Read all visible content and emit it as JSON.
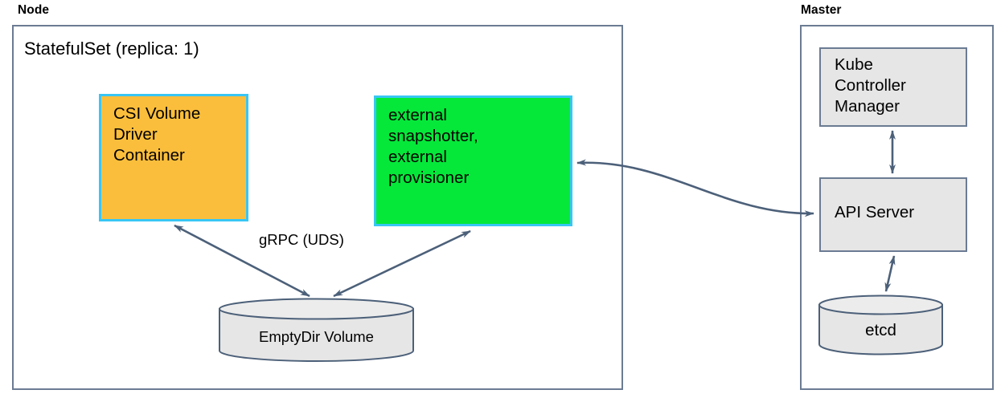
{
  "diagram": {
    "title_node": "Node",
    "title_master": "Master",
    "statefulset": "StatefulSet (replica: 1)"
  },
  "node": {
    "csi_box": {
      "lines": [
        "CSI Volume",
        "Driver",
        "Container"
      ],
      "fill": "#fbbe3c",
      "border": "#38c6f4"
    },
    "external_box": {
      "lines": [
        "external",
        "snapshotter,",
        "external",
        "provisioner"
      ],
      "fill": "#05e83a",
      "border": "#38c6f4"
    },
    "emptydir": {
      "label": "EmptyDir Volume",
      "fill": "#e6e6e6",
      "border": "#4c6079"
    },
    "edge_label": "gRPC (UDS)"
  },
  "master": {
    "kube_controller_manager": {
      "lines": [
        "Kube",
        "Controller",
        "Manager"
      ],
      "fill": "#e6e6e6",
      "border": "#6b7b93"
    },
    "api_server": {
      "lines": [
        "API Server"
      ],
      "fill": "#e6e6e6",
      "border": "#6b7b93"
    },
    "etcd": {
      "label": "etcd",
      "fill": "#e6e6e6",
      "border": "#4c6079"
    }
  },
  "style": {
    "connector_color": "#4c6079",
    "container_border": "#6b7b93",
    "background": "#ffffff"
  },
  "connections": [
    {
      "name": "csi-to-emptydir",
      "from": "CSI Volume Driver Container",
      "to": "EmptyDir Volume",
      "label": "gRPC (UDS)",
      "arrows": "both"
    },
    {
      "name": "external-to-emptydir",
      "from": "external snapshotter, external provisioner",
      "to": "EmptyDir Volume",
      "label": "",
      "arrows": "both"
    },
    {
      "name": "external-to-apiserver",
      "from": "external snapshotter, external provisioner",
      "to": "API Server",
      "label": "",
      "arrows": "both"
    },
    {
      "name": "kcm-to-apiserver",
      "from": "Kube Controller Manager",
      "to": "API Server",
      "label": "",
      "arrows": "both"
    },
    {
      "name": "apiserver-to-etcd",
      "from": "API Server",
      "to": "etcd",
      "label": "",
      "arrows": "both"
    }
  ]
}
